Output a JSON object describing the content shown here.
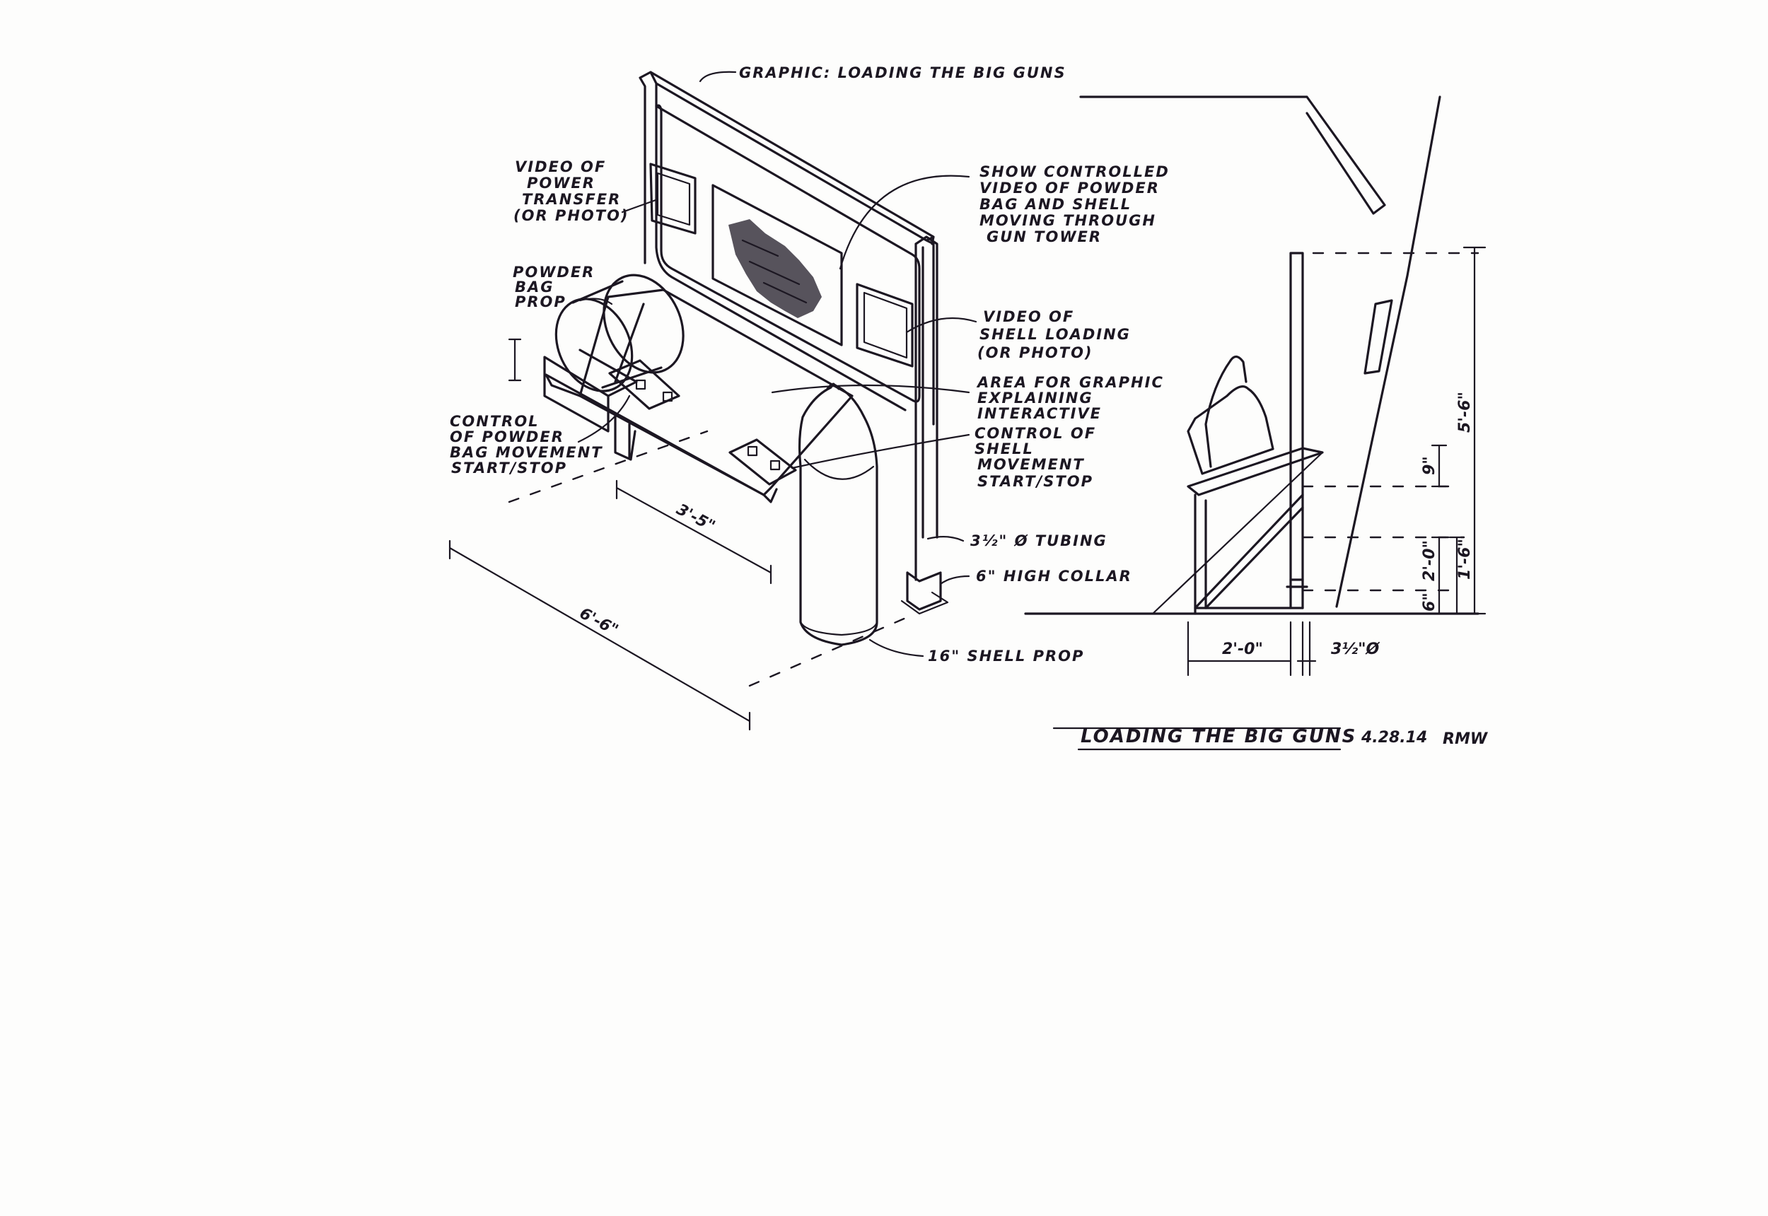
{
  "labels": {
    "graphic": "GRAPHIC: LOADING THE BIG GUNS",
    "video_power": [
      "VIDEO OF",
      "POWER",
      "TRANSFER",
      "(OR PHOTO)"
    ],
    "show_video": [
      "SHOW CONTROLLED",
      "VIDEO OF POWDER",
      "BAG AND SHELL",
      "MOVING THROUGH",
      "GUN TOWER"
    ],
    "powder_bag": [
      "POWDER",
      "BAG",
      "PROP"
    ],
    "video_shell": [
      "VIDEO OF",
      "SHELL LOADING",
      "(OR PHOTO)"
    ],
    "area_graphic": [
      "AREA FOR GRAPHIC",
      "EXPLAINING",
      "INTERACTIVE"
    ],
    "control_powder": [
      "CONTROL",
      "OF POWDER",
      "BAG MOVEMENT",
      "START/STOP"
    ],
    "control_shell": [
      "CONTROL OF",
      "SHELL",
      "MOVEMENT",
      "START/STOP"
    ],
    "tubing": "3½\" Ø TUBING",
    "collar": "6\" HIGH COLLAR",
    "shell_prop": "16\" SHELL PROP"
  },
  "dimensions": {
    "width_small": "3'-5\"",
    "width_large": "6'-6\"",
    "height_total": "5'-6\"",
    "height_shelf": "9\"",
    "height_upper": "2'-0\"",
    "height_lower": "1'-6\"",
    "height_collar": "6\"",
    "depth": "2'-0\"",
    "tube_dia": "3½\"Ø"
  },
  "title_block": {
    "title": "LOADING THE BIG GUNS",
    "date": "4.28.14",
    "initials": "RMW"
  }
}
